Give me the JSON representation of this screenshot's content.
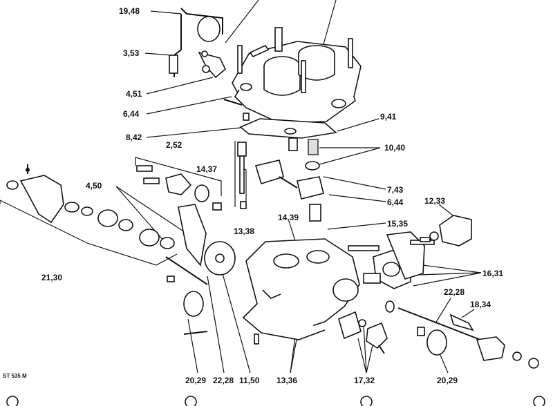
{
  "diagram": {
    "reference_code": "ST 535 M",
    "labels": [
      {
        "id": "19-48",
        "text": "19,48"
      },
      {
        "id": "3-53",
        "text": "3,53"
      },
      {
        "id": "4-51",
        "text": "4,51"
      },
      {
        "id": "6-44-top",
        "text": "6,44"
      },
      {
        "id": "8-42",
        "text": "8,42"
      },
      {
        "id": "9-41",
        "text": "9,41"
      },
      {
        "id": "10-40",
        "text": "10,40"
      },
      {
        "id": "2-52",
        "text": "2,52"
      },
      {
        "id": "14-37",
        "text": "14,37"
      },
      {
        "id": "4-50",
        "text": "4,50"
      },
      {
        "id": "7-43",
        "text": "7,43"
      },
      {
        "id": "6-44-mid",
        "text": "6,44"
      },
      {
        "id": "12-33",
        "text": "12,33"
      },
      {
        "id": "14-39",
        "text": "14,39"
      },
      {
        "id": "15-35",
        "text": "15,35"
      },
      {
        "id": "13-38",
        "text": "13,38"
      },
      {
        "id": "16-31",
        "text": "16,31"
      },
      {
        "id": "21-30",
        "text": "21,30"
      },
      {
        "id": "22-28-right",
        "text": "22,28"
      },
      {
        "id": "18-34",
        "text": "18,34"
      },
      {
        "id": "20-29-left",
        "text": "20,29"
      },
      {
        "id": "22-28-left",
        "text": "22,28"
      },
      {
        "id": "11-50",
        "text": "11,50"
      },
      {
        "id": "13-36",
        "text": "13,36"
      },
      {
        "id": "17-32",
        "text": "17,32"
      },
      {
        "id": "20-29-right",
        "text": "20,29"
      }
    ]
  }
}
